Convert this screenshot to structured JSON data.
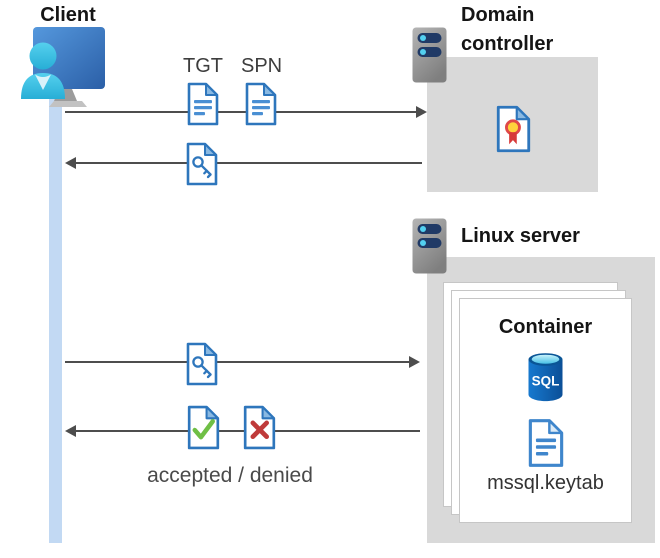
{
  "client": {
    "label": "Client"
  },
  "domain_controller": {
    "label": "Domain controller"
  },
  "linux_server": {
    "label": "Linux server"
  },
  "container": {
    "label": "Container",
    "sql_label": "SQL",
    "keytab_label": "mssql.keytab"
  },
  "flow": {
    "tgt_label": "TGT",
    "spn_label": "SPN",
    "result_label": "accepted / denied"
  },
  "icons": {
    "client": "user-at-monitor-icon",
    "servers": "server-icon",
    "tickets": "document-icon",
    "key_ticket": "key-document-icon",
    "certificate": "certificate-document-icon",
    "accepted": "check-document-icon",
    "denied": "cross-document-icon",
    "database": "sql-database-icon",
    "keytab": "keytab-document-icon"
  },
  "colors": {
    "box_gray": "#d9d9d9",
    "doc_blue": "#2e76bc",
    "line_blue": "#4a8fd3",
    "accent_green": "#6fbf45",
    "accent_red": "#bf3a3a",
    "cert_yellow": "#ffd23c",
    "lifeline_blue": "#c2d9f3",
    "arrow_gray": "#4d4d4d",
    "server_pill_navy": "#203a66",
    "server_dot_cyan": "#53d0f0",
    "sql_cyan": "#7fdbf0"
  }
}
